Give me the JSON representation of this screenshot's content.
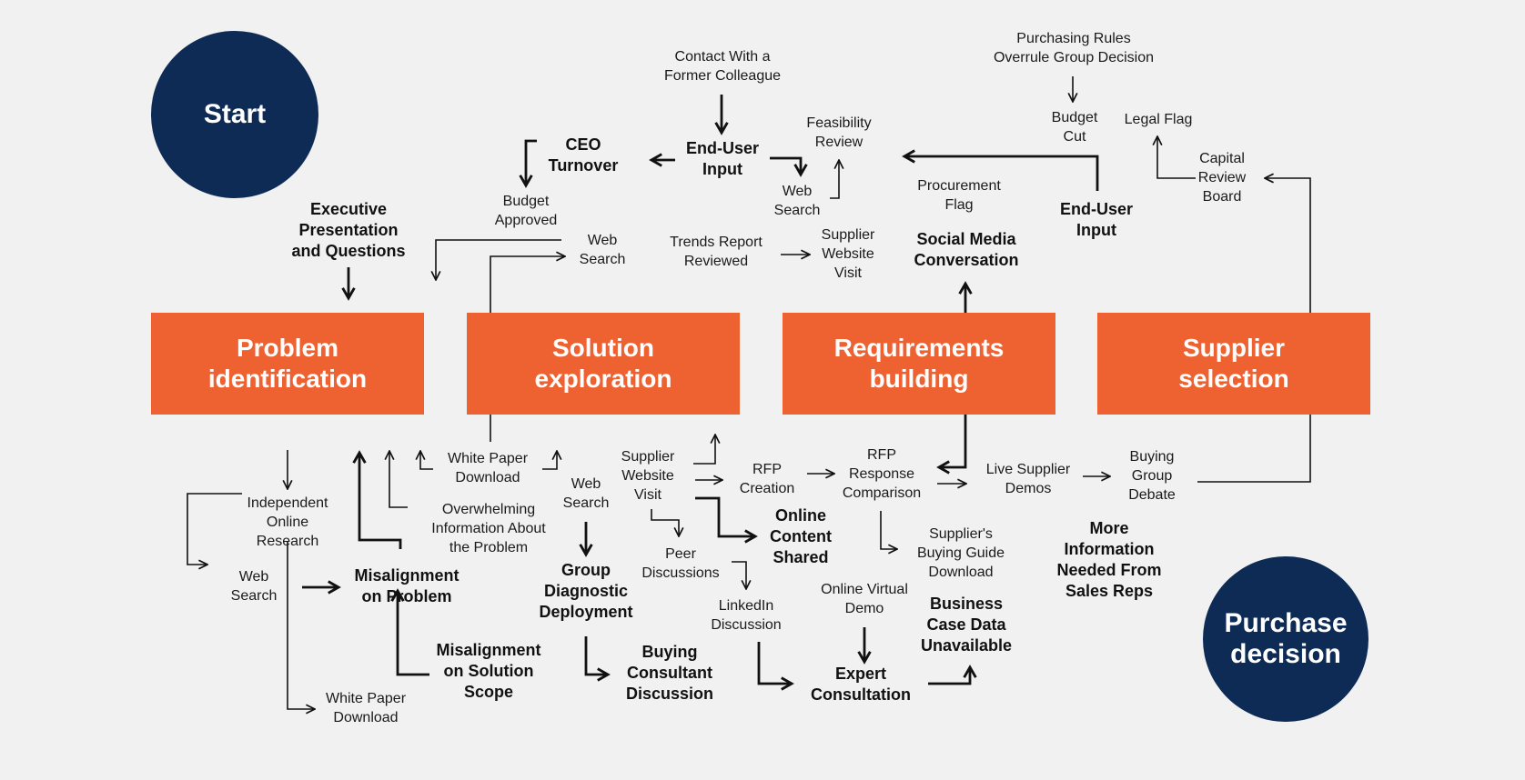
{
  "start": "Start",
  "end": "Purchase\ndecision",
  "stages": [
    "Problem\nidentification",
    "Solution\nexploration",
    "Requirements\nbuilding",
    "Supplier\nselection"
  ],
  "labels": {
    "contact_colleague": "Contact With a\nFormer Colleague",
    "ceo_turnover": "CEO\nTurnover",
    "end_user_input_1": "End-User\nInput",
    "feasibility_review": "Feasibility\nReview",
    "web_search_top": "Web\nSearch",
    "budget_approved": "Budget\nApproved",
    "executive_presentation": "Executive\nPresentation\nand Questions",
    "web_search_2": "Web\nSearch",
    "trends_report": "Trends Report\nReviewed",
    "supplier_website_top": "Supplier\nWebsite\nVisit",
    "procurement_flag": "Procurement\nFlag",
    "social_media": "Social Media\nConversation",
    "purchasing_rules": "Purchasing Rules\nOverrule Group Decision",
    "budget_cut": "Budget\nCut",
    "end_user_input_2": "End-User\nInput",
    "legal_flag": "Legal Flag",
    "capital_review": "Capital\nReview\nBoard",
    "white_paper_1": "White Paper\nDownload",
    "supplier_website_bottom": "Supplier\nWebsite\nVisit",
    "rfp_creation": "RFP\nCreation",
    "rfp_response": "RFP\nResponse\nComparison",
    "live_demos": "Live Supplier\nDemos",
    "buying_group_debate": "Buying\nGroup\nDebate",
    "independent_research": "Independent\nOnline\nResearch",
    "overwhelming_info": "Overwhelming\nInformation About\nthe Problem",
    "web_search_bottom": "Web\nSearch",
    "online_content": "Online\nContent\nShared",
    "buying_guide": "Supplier's\nBuying Guide\nDownload",
    "more_info": "More\nInformation\nNeeded From\nSales Reps",
    "web_search_left": "Web\nSearch",
    "misalignment_problem": "Misalignment\non Problem",
    "group_diagnostic": "Group\nDiagnostic\nDeployment",
    "peer_discussions": "Peer\nDiscussions",
    "linkedin": "LinkedIn\nDiscussion",
    "online_virtual_demo": "Online Virtual\nDemo",
    "business_case": "Business\nCase Data\nUnavailable",
    "misalignment_scope": "Misalignment\non Solution\nScope",
    "buying_consultant": "Buying\nConsultant\nDiscussion",
    "expert_consultation": "Expert\nConsultation",
    "white_paper_2": "White Paper\nDownload"
  },
  "colors": {
    "navy": "#0d2b55",
    "orange": "#ee6232",
    "background": "#f1f1f1",
    "line": "#111111"
  }
}
